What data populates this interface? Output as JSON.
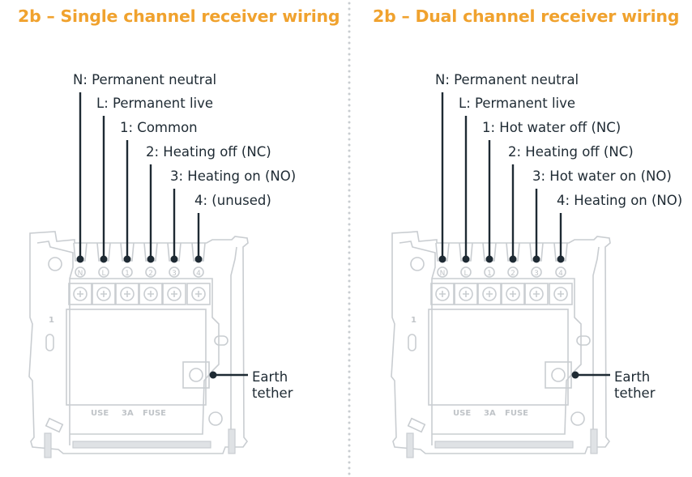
{
  "panels": [
    {
      "title": "2b – Single channel receiver wiring",
      "terminals": [
        "N: Permanent neutral",
        "L: Permanent live",
        "1: Common",
        "2: Heating off (NC)",
        "3: Heating on (NO)",
        "4: (unused)"
      ],
      "terminal_marks": [
        "N",
        "L",
        "1",
        "2",
        "3",
        "4"
      ],
      "earth_label": [
        "Earth",
        "tether"
      ],
      "plate_text": [
        "USE",
        "3A",
        "FUSE"
      ]
    },
    {
      "title": "2b – Dual channel receiver wiring",
      "terminals": [
        "N: Permanent neutral",
        "L: Permanent live",
        "1: Hot water off (NC)",
        "2: Heating off (NC)",
        "3: Hot water on (NO)",
        "4: Heating on (NO)"
      ],
      "terminal_marks": [
        "N",
        "L",
        "1",
        "2",
        "3",
        "4"
      ],
      "earth_label": [
        "Earth",
        "tether"
      ],
      "plate_text": [
        "USE",
        "3A",
        "FUSE"
      ]
    }
  ],
  "colors": {
    "title": "#f0a22e",
    "text": "#1e2a33",
    "plate": "#c9cdd1"
  }
}
